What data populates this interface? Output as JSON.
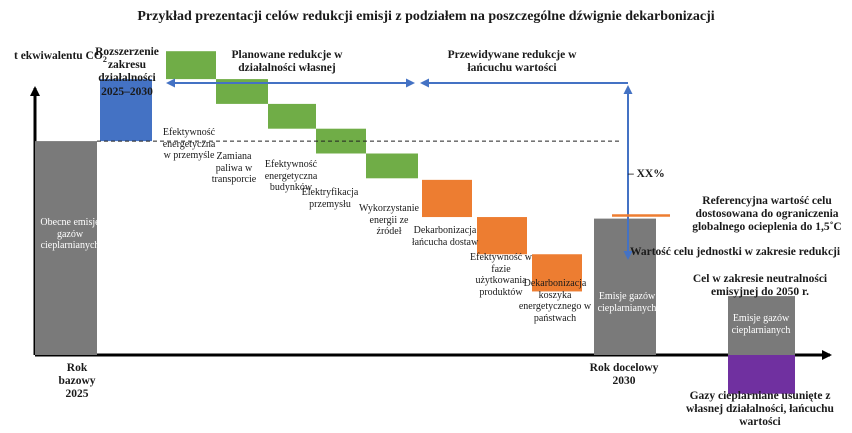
{
  "title": "Przykład prezentacji celów redukcji emisji z podziałem na poszczególne dźwignie dekarbonizacji",
  "y_axis_label": "t ekwiwalentu CO",
  "y_axis_label_sub": "2",
  "headers": {
    "expansion": "Rozszerzenie zakresu działalności 2025–2030",
    "planned": "Planowane redukcje w działalności własnej",
    "expected": "Przewidywane redukcje w łańcuchu wartości"
  },
  "reduction_marker": "– XX%",
  "annotations": {
    "reference": "Referencyjna wartość celu dostosowana do ograniczenia globalnego ocieplenia do 1,5˚C",
    "unit_target": "Wartość celu jednostki w zakresie redukcji",
    "neutrality": "Cel w zakresie neutralności emisyjnej do 2050 r.",
    "removals": "Gazy cieplarniane usunięte z własnej działalności, łańcuchu wartości"
  },
  "x_labels": {
    "base": "Rok bazowy 2025",
    "target": "Rok docelowy 2030"
  },
  "bar_texts": {
    "base": "Obecne emisje gazów cieplarnianych",
    "target": "Emisje gazów cieplarnianych",
    "neutral": "Emisje gazów cieplarnianych"
  },
  "chart_data": {
    "type": "waterfall",
    "title": "Przykład prezentacji celów redukcji emisji z podziałem na poszczególne dźwignie dekarbonizacji",
    "ylabel": "t ekwiwalentu CO2",
    "ylim": [
      0,
      205
    ],
    "categories": [
      "Rok bazowy 2025",
      "Rozszerzenie zakresu działalności 2025–2030",
      "Efektywność energetyczna w przemyśle",
      "Zamiana paliwa w transporcie",
      "Efektywność energetyczna budynków",
      "Elektryfikacja przemysłu",
      "Wykorzystanie energii ze źródeł",
      "Dekarbonizacja łańcucha dostaw",
      "Efektywność w fazie użytkowania produktów",
      "Dekarbonizacja koszyka energetycznego w państwach",
      "Rok docelowy 2030",
      "Cel w zakresie neutralności emisyjnej do 2050 r.",
      "Gazy cieplarniane usunięte z własnej działalności, łańcuchu wartości"
    ],
    "series": [
      {
        "name": "Emisje gazów cieplarnianych",
        "color": "#7a7a7a",
        "values": [
          138,
          88,
          38
        ]
      },
      {
        "name": "Rozszerzenie zakresu działalności 2025–2030",
        "color": "#4472c4",
        "values": [
          40
        ]
      },
      {
        "name": "Planowane redukcje w działalności własnej",
        "color": "#70ad47",
        "values": [
          -18,
          -16,
          -16,
          -16,
          -16
        ]
      },
      {
        "name": "Przewidywane redukcje w łańcuchu wartości",
        "color": "#ed7d31",
        "values": [
          -24,
          -24,
          -24
        ]
      },
      {
        "name": "Gazy cieplarniane usunięte z własnej działalności, łańcuchu wartości",
        "color": "#7030a0",
        "values": [
          -25
        ]
      }
    ],
    "bars": [
      {
        "label": "Obecne emisje gazów cieplarnianych",
        "kind": "total",
        "bottom": 0,
        "top": 138,
        "color": "#7a7a7a"
      },
      {
        "label": "Rozszerzenie zakresu działalności 2025–2030",
        "kind": "increase",
        "bottom": 138,
        "top": 178,
        "color": "#4472c4"
      },
      {
        "label": "Efektywność energetyczna w przemyśle",
        "kind": "decrease",
        "bottom": 178,
        "top": 196,
        "color": "#70ad47"
      },
      {
        "label": "Zamiana paliwa w transporcie",
        "kind": "decrease",
        "bottom": 162,
        "top": 178,
        "color": "#70ad47"
      },
      {
        "label": "Efektywność energetyczna budynków",
        "kind": "decrease",
        "bottom": 146,
        "top": 162,
        "color": "#70ad47"
      },
      {
        "label": "Elektryfikacja przemysłu",
        "kind": "decrease",
        "bottom": 130,
        "top": 146,
        "color": "#70ad47"
      },
      {
        "label": "Wykorzystanie energii ze źródeł",
        "kind": "decrease",
        "bottom": 114,
        "top": 130,
        "color": "#70ad47"
      },
      {
        "label": "Dekarbonizacja łańcucha dostaw",
        "kind": "decrease",
        "bottom": 89,
        "top": 113,
        "color": "#ed7d31"
      },
      {
        "label": "Efektywność w fazie użytkowania produktów",
        "kind": "decrease",
        "bottom": 65,
        "top": 89,
        "color": "#ed7d31"
      },
      {
        "label": "Dekarbonizacja koszyka energetycznego w państwach",
        "kind": "decrease",
        "bottom": 41,
        "top": 65,
        "color": "#ed7d31"
      },
      {
        "label": "Emisje gazów cieplarnianych",
        "kind": "total",
        "bottom": 0,
        "top": 88,
        "color": "#7a7a7a"
      },
      {
        "label": "Emisje gazów cieplarnianych",
        "kind": "total",
        "bottom": 0,
        "top": 38,
        "color": "#7a7a7a"
      },
      {
        "label": "Gazy cieplarniane usunięte z własnej działalności, łańcuchu wartości",
        "kind": "removal",
        "bottom": -25,
        "top": 0,
        "color": "#7030a0"
      }
    ],
    "reference_line": {
      "label": "Wartość celu jednostki w zakresie redukcji",
      "value": 90,
      "color": "#ed7d31"
    },
    "reduction_label": "– XX%",
    "grid": false,
    "legend": "none"
  }
}
